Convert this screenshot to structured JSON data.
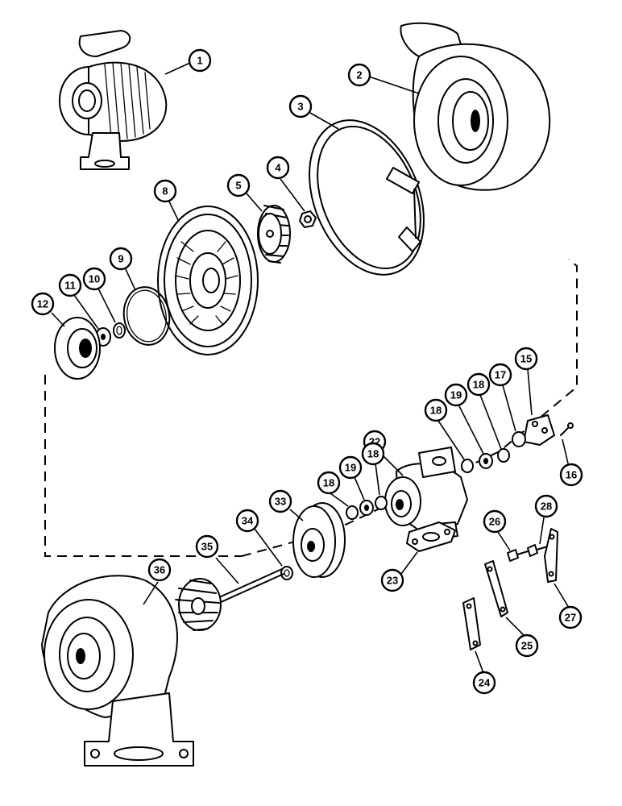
{
  "callouts": [
    {
      "id": "c1",
      "label": "1"
    },
    {
      "id": "c2",
      "label": "2"
    },
    {
      "id": "c3",
      "label": "3"
    },
    {
      "id": "c4",
      "label": "4"
    },
    {
      "id": "c5",
      "label": "5"
    },
    {
      "id": "c8",
      "label": "8"
    },
    {
      "id": "c9",
      "label": "9"
    },
    {
      "id": "c10",
      "label": "10"
    },
    {
      "id": "c11",
      "label": "11"
    },
    {
      "id": "c12",
      "label": "12"
    },
    {
      "id": "c15",
      "label": "15"
    },
    {
      "id": "c16",
      "label": "16"
    },
    {
      "id": "c17",
      "label": "17"
    },
    {
      "id": "c18a",
      "label": "18"
    },
    {
      "id": "c19a",
      "label": "19"
    },
    {
      "id": "c18b",
      "label": "18"
    },
    {
      "id": "c22",
      "label": "22"
    },
    {
      "id": "c18c",
      "label": "18"
    },
    {
      "id": "c19b",
      "label": "19"
    },
    {
      "id": "c18d",
      "label": "18"
    },
    {
      "id": "c33",
      "label": "33"
    },
    {
      "id": "c34",
      "label": "34"
    },
    {
      "id": "c35",
      "label": "35"
    },
    {
      "id": "c36",
      "label": "36"
    },
    {
      "id": "c23",
      "label": "23"
    },
    {
      "id": "c26",
      "label": "26"
    },
    {
      "id": "c28",
      "label": "28"
    },
    {
      "id": "c27",
      "label": "27"
    },
    {
      "id": "c25",
      "label": "25"
    },
    {
      "id": "c24",
      "label": "24"
    }
  ]
}
